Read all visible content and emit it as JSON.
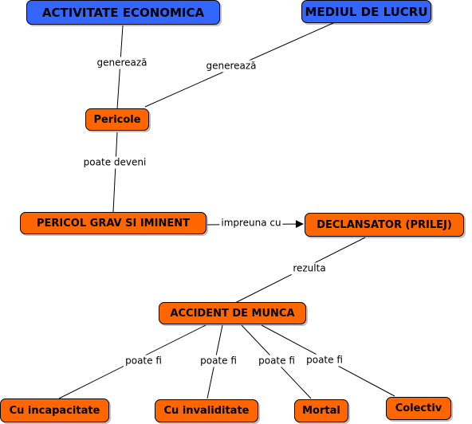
{
  "colors": {
    "primary_concept": "#3366ff",
    "concept": "#ff6600",
    "line": "#000000"
  },
  "concepts": {
    "activitate": "ACTIVITATE ECONOMICA",
    "mediul": "MEDIUL DE LUCRU",
    "pericole": "Pericole",
    "pericol_grav": "PERICOL GRAV SI IMINENT",
    "declansator": "DECLANSATOR (PRILEJ)",
    "accident": "ACCIDENT DE MUNCA",
    "incapacitate": "Cu incapacitate",
    "invaliditate": "Cu invaliditate",
    "mortal": "Mortal",
    "colectiv": "Colectiv"
  },
  "linking_phrases": {
    "genereaza_1": "generează",
    "genereaza_2": "generează",
    "poate_deveni": "poate deveni",
    "impreuna_cu": "impreuna cu",
    "rezulta": "rezulta",
    "poate_fi_1": "poate fi",
    "poate_fi_2": "poate fi",
    "poate_fi_3": "poate fi",
    "poate_fi_4": "poate fi"
  }
}
